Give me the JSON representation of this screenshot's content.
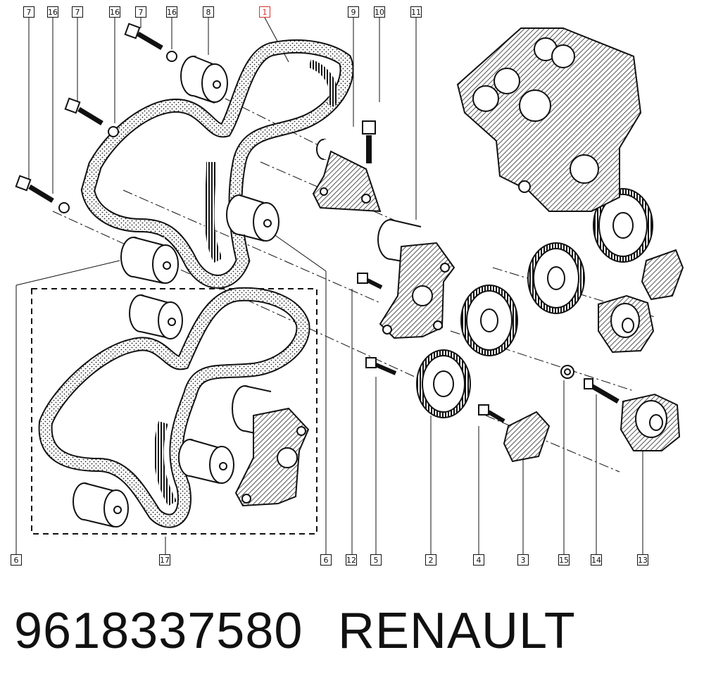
{
  "diagram": {
    "callouts_top": [
      "7",
      "16",
      "7",
      "16",
      "7",
      "16",
      "8",
      "1",
      "9",
      "10",
      "11"
    ],
    "callouts_bottom": [
      "6",
      "17",
      "6",
      "12",
      "5",
      "2",
      "4",
      "3",
      "15",
      "14",
      "13"
    ],
    "highlight_color": "#d9302c",
    "line_color": "#111111"
  },
  "footer": {
    "part_number": "9618337580",
    "brand": "RENAULT"
  }
}
